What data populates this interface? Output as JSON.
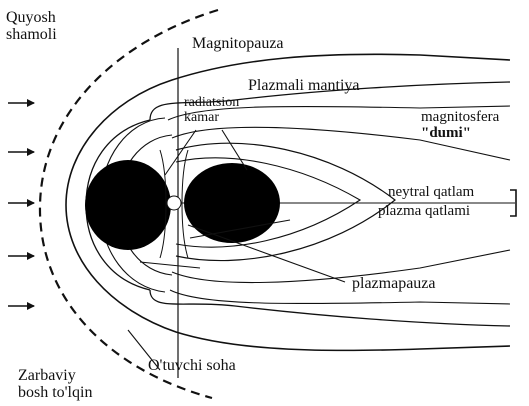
{
  "labels": {
    "solar_wind_line1": "Quyosh",
    "solar_wind_line2": "shamoli",
    "magnetopause": "Magnitopauza",
    "plasma_mantle": "Plazmali mantiya",
    "radiation_belt_line1": "radiatsion",
    "radiation_belt_line2": "kamar",
    "magnetotail_line1": "magnitosfera",
    "magnetotail_line2": "\"dumi\"",
    "neutral_layer": "neytral qatlam",
    "plasma_layer": "plazma qatlami",
    "plasmapause": "plazmapauza",
    "transition_zone": "O'tuvchi soha",
    "bow_shock_line1": "Zarbaviy",
    "bow_shock_line2": "bosh to'lqin"
  },
  "colors": {
    "ink": "#111111",
    "fill": "#000000",
    "background": "#ffffff"
  }
}
